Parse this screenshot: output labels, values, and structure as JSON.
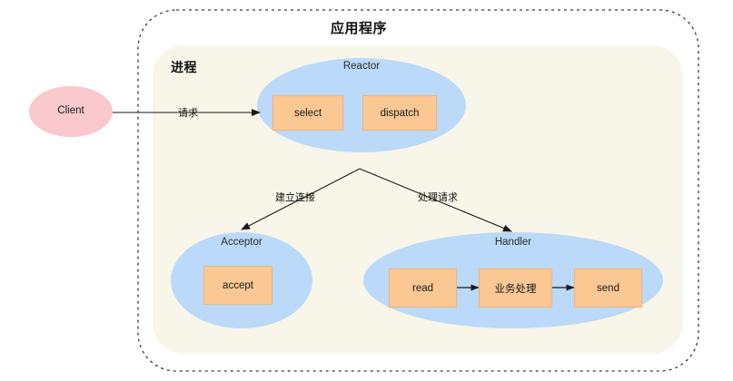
{
  "diagram": {
    "title": "应用程序",
    "inner_container_title": "进程",
    "background_color": "#ffffff",
    "outer_border_color": "#3a3a3a",
    "inner_container_color": "#F8F6E9",
    "ellipse_color": "#BBD9F8",
    "client_color": "#F9C9CD",
    "box_color": "#FBC894",
    "arrow_color": "#1a1a1a"
  },
  "client": {
    "label": "Client"
  },
  "reactor": {
    "label": "Reactor",
    "boxes": [
      {
        "label": "select"
      },
      {
        "label": "dispatch"
      }
    ]
  },
  "acceptor": {
    "label": "Acceptor",
    "boxes": [
      {
        "label": "accept"
      }
    ]
  },
  "handler": {
    "label": "Handler",
    "boxes": [
      {
        "label": "read"
      },
      {
        "label": "业务处理"
      },
      {
        "label": "send"
      }
    ]
  },
  "edges": [
    {
      "label": "请求",
      "from": "client",
      "to": "reactor"
    },
    {
      "label": "建立连接",
      "from": "reactor",
      "to": "acceptor"
    },
    {
      "label": "处理请求",
      "from": "reactor",
      "to": "handler"
    },
    {
      "label": "",
      "from": "read",
      "to": "业务处理"
    },
    {
      "label": "",
      "from": "业务处理",
      "to": "send"
    }
  ]
}
